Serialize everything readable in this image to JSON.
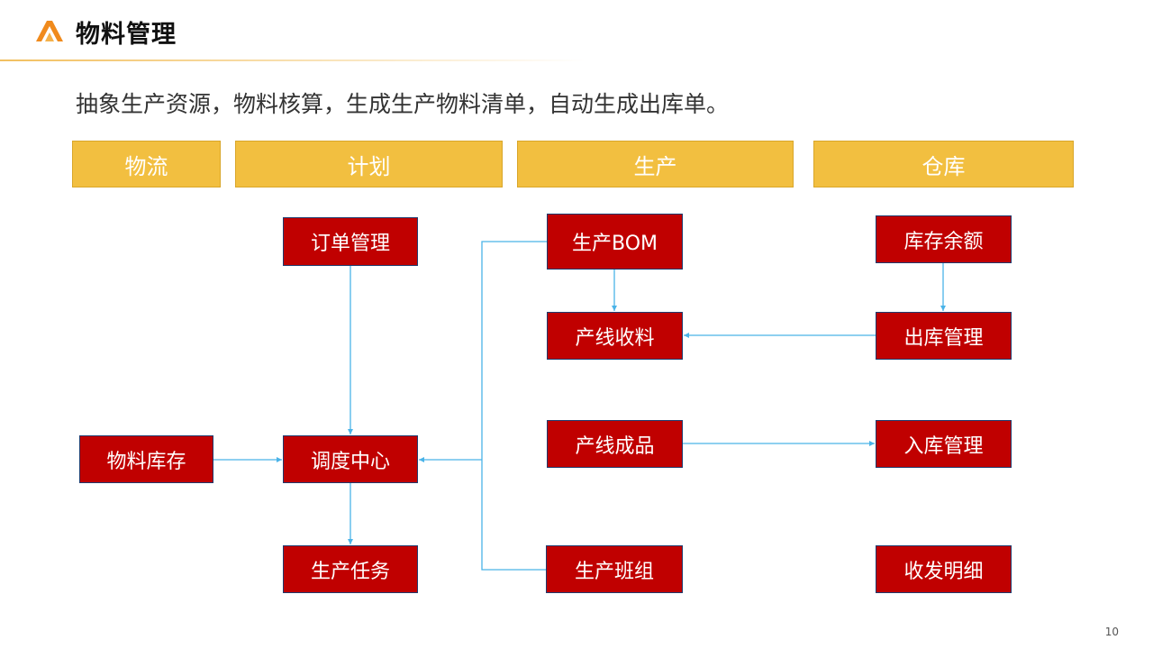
{
  "header": {
    "title": "物料管理",
    "logo_icon": "orange-a-logo-icon"
  },
  "subtitle": "抽象生产资源，物料核算，生成生产物料清单，自动生成出库单。",
  "columns": [
    "物流",
    "计划",
    "生产",
    "仓库"
  ],
  "nodes": {
    "inventory": "物料库存",
    "order": "订单管理",
    "dispatch": "调度中心",
    "task": "生产任务",
    "bom": "生产BOM",
    "line_receive": "产线收料",
    "line_product": "产线成品",
    "team": "生产班组",
    "balance": "库存余额",
    "outbound": "出库管理",
    "inbound": "入库管理",
    "detail": "收发明细"
  },
  "colors": {
    "node_fill": "#c00000",
    "header_fill": "#f2bf40",
    "connector": "#4ab3e8"
  },
  "page_number": "10"
}
